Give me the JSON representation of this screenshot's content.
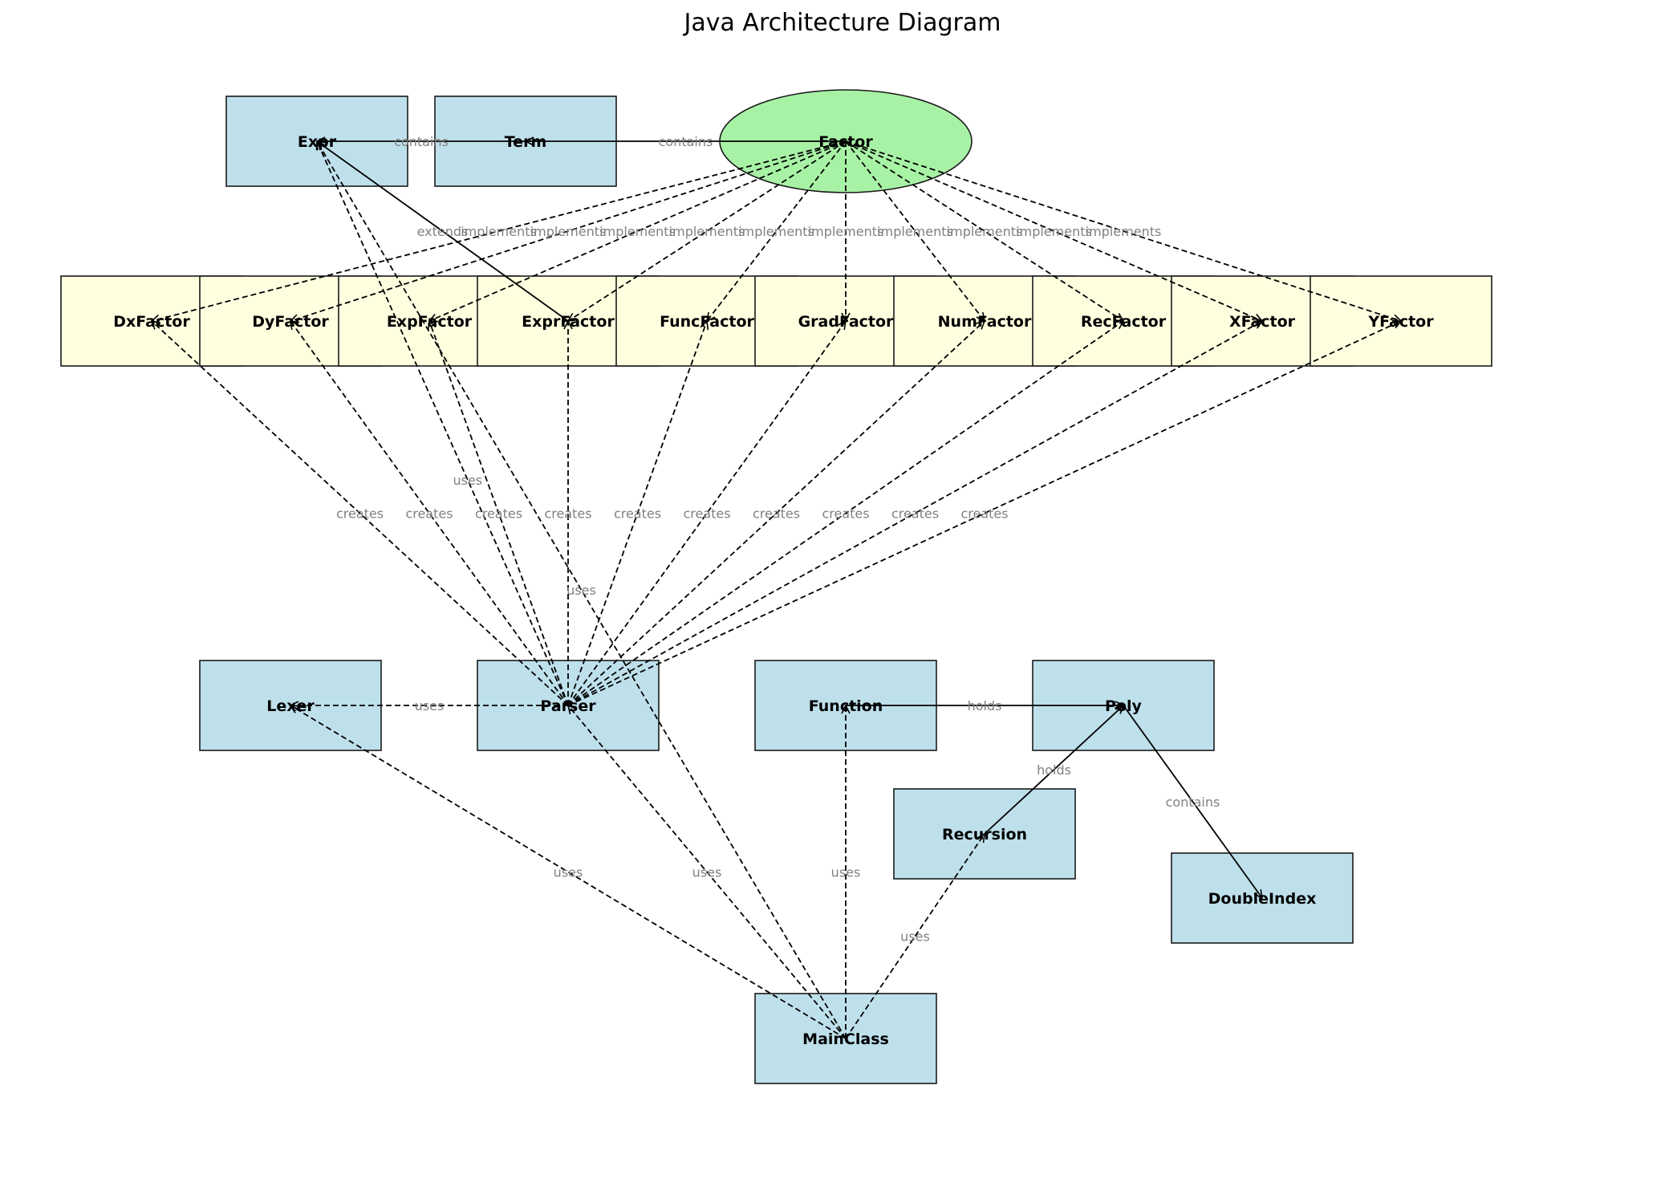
{
  "title": "Java Architecture Diagram",
  "colors": {
    "box": "#bee0eb",
    "factor_box": "#ffffe0",
    "factor_node": "#a8f2a6",
    "stroke": "#1a1a1a",
    "edge": "#000000",
    "edge_label": "#808080"
  },
  "nodes": [
    {
      "id": "Expr",
      "label": "Expr",
      "kind": "box"
    },
    {
      "id": "Term",
      "label": "Term",
      "kind": "box"
    },
    {
      "id": "Factor",
      "label": "Factor",
      "kind": "ellipse"
    },
    {
      "id": "DxFactor",
      "label": "DxFactor",
      "kind": "factor"
    },
    {
      "id": "DyFactor",
      "label": "DyFactor",
      "kind": "factor"
    },
    {
      "id": "ExpFactor",
      "label": "ExpFactor",
      "kind": "factor"
    },
    {
      "id": "ExprFactor",
      "label": "ExprFactor",
      "kind": "factor"
    },
    {
      "id": "FuncFactor",
      "label": "FuncFactor",
      "kind": "factor"
    },
    {
      "id": "GradFactor",
      "label": "GradFactor",
      "kind": "factor"
    },
    {
      "id": "NumFactor",
      "label": "NumFactor",
      "kind": "factor"
    },
    {
      "id": "RecFactor",
      "label": "RecFactor",
      "kind": "factor"
    },
    {
      "id": "XFactor",
      "label": "XFactor",
      "kind": "factor"
    },
    {
      "id": "YFactor",
      "label": "YFactor",
      "kind": "factor"
    },
    {
      "id": "Lexer",
      "label": "Lexer",
      "kind": "box"
    },
    {
      "id": "Parser",
      "label": "Parser",
      "kind": "box"
    },
    {
      "id": "Function",
      "label": "Function",
      "kind": "box"
    },
    {
      "id": "Poly",
      "label": "Poly",
      "kind": "box"
    },
    {
      "id": "Recursion",
      "label": "Recursion",
      "kind": "box"
    },
    {
      "id": "DoubleIndex",
      "label": "DoubleIndex",
      "kind": "box"
    },
    {
      "id": "MainClass",
      "label": "MainClass",
      "kind": "box"
    }
  ],
  "edges": [
    {
      "from": "Term",
      "to": "Expr",
      "label": "contains",
      "style": "solid"
    },
    {
      "from": "Factor",
      "to": "Term",
      "label": "contains",
      "style": "solid"
    },
    {
      "from": "ExprFactor",
      "to": "Expr",
      "label": "extends",
      "style": "solid"
    },
    {
      "from": "Factor",
      "to": "DxFactor",
      "label": "implements",
      "style": "dashed"
    },
    {
      "from": "Factor",
      "to": "DyFactor",
      "label": "implements",
      "style": "dashed"
    },
    {
      "from": "Factor",
      "to": "ExpFactor",
      "label": "implements",
      "style": "dashed"
    },
    {
      "from": "Factor",
      "to": "ExprFactor",
      "label": "implements",
      "style": "dashed"
    },
    {
      "from": "Factor",
      "to": "FuncFactor",
      "label": "implements",
      "style": "dashed"
    },
    {
      "from": "Factor",
      "to": "GradFactor",
      "label": "implements",
      "style": "dashed"
    },
    {
      "from": "Factor",
      "to": "NumFactor",
      "label": "implements",
      "style": "dashed"
    },
    {
      "from": "Factor",
      "to": "RecFactor",
      "label": "implements",
      "style": "dashed"
    },
    {
      "from": "Factor",
      "to": "XFactor",
      "label": "implements",
      "style": "dashed"
    },
    {
      "from": "Factor",
      "to": "YFactor",
      "label": "implements",
      "style": "dashed"
    },
    {
      "from": "Parser",
      "to": "DxFactor",
      "label": "creates",
      "style": "dashed"
    },
    {
      "from": "Parser",
      "to": "DyFactor",
      "label": "creates",
      "style": "dashed"
    },
    {
      "from": "Parser",
      "to": "ExpFactor",
      "label": "creates",
      "style": "dashed"
    },
    {
      "from": "Parser",
      "to": "ExprFactor",
      "label": "creates",
      "style": "dashed"
    },
    {
      "from": "Parser",
      "to": "FuncFactor",
      "label": "creates",
      "style": "dashed"
    },
    {
      "from": "Parser",
      "to": "GradFactor",
      "label": "creates",
      "style": "dashed"
    },
    {
      "from": "Parser",
      "to": "NumFactor",
      "label": "creates",
      "style": "dashed"
    },
    {
      "from": "Parser",
      "to": "RecFactor",
      "label": "creates",
      "style": "dashed"
    },
    {
      "from": "Parser",
      "to": "XFactor",
      "label": "creates",
      "style": "dashed"
    },
    {
      "from": "Parser",
      "to": "YFactor",
      "label": "creates",
      "style": "dashed"
    },
    {
      "from": "Parser",
      "to": "Expr",
      "label": "uses",
      "style": "dashed"
    },
    {
      "from": "Parser",
      "to": "Lexer",
      "label": "uses",
      "style": "dashed"
    },
    {
      "from": "Function",
      "to": "Poly",
      "label": "holds",
      "style": "solid"
    },
    {
      "from": "Recursion",
      "to": "Poly",
      "label": "holds",
      "style": "solid"
    },
    {
      "from": "Poly",
      "to": "DoubleIndex",
      "label": "contains",
      "style": "solid"
    },
    {
      "from": "MainClass",
      "to": "Lexer",
      "label": "uses",
      "style": "dashed"
    },
    {
      "from": "MainClass",
      "to": "Parser",
      "label": "uses",
      "style": "dashed"
    },
    {
      "from": "MainClass",
      "to": "Function",
      "label": "uses",
      "style": "dashed"
    },
    {
      "from": "MainClass",
      "to": "Recursion",
      "label": "uses",
      "style": "dashed"
    },
    {
      "from": "MainClass",
      "to": "Expr",
      "label": "uses",
      "style": "dashed"
    }
  ]
}
